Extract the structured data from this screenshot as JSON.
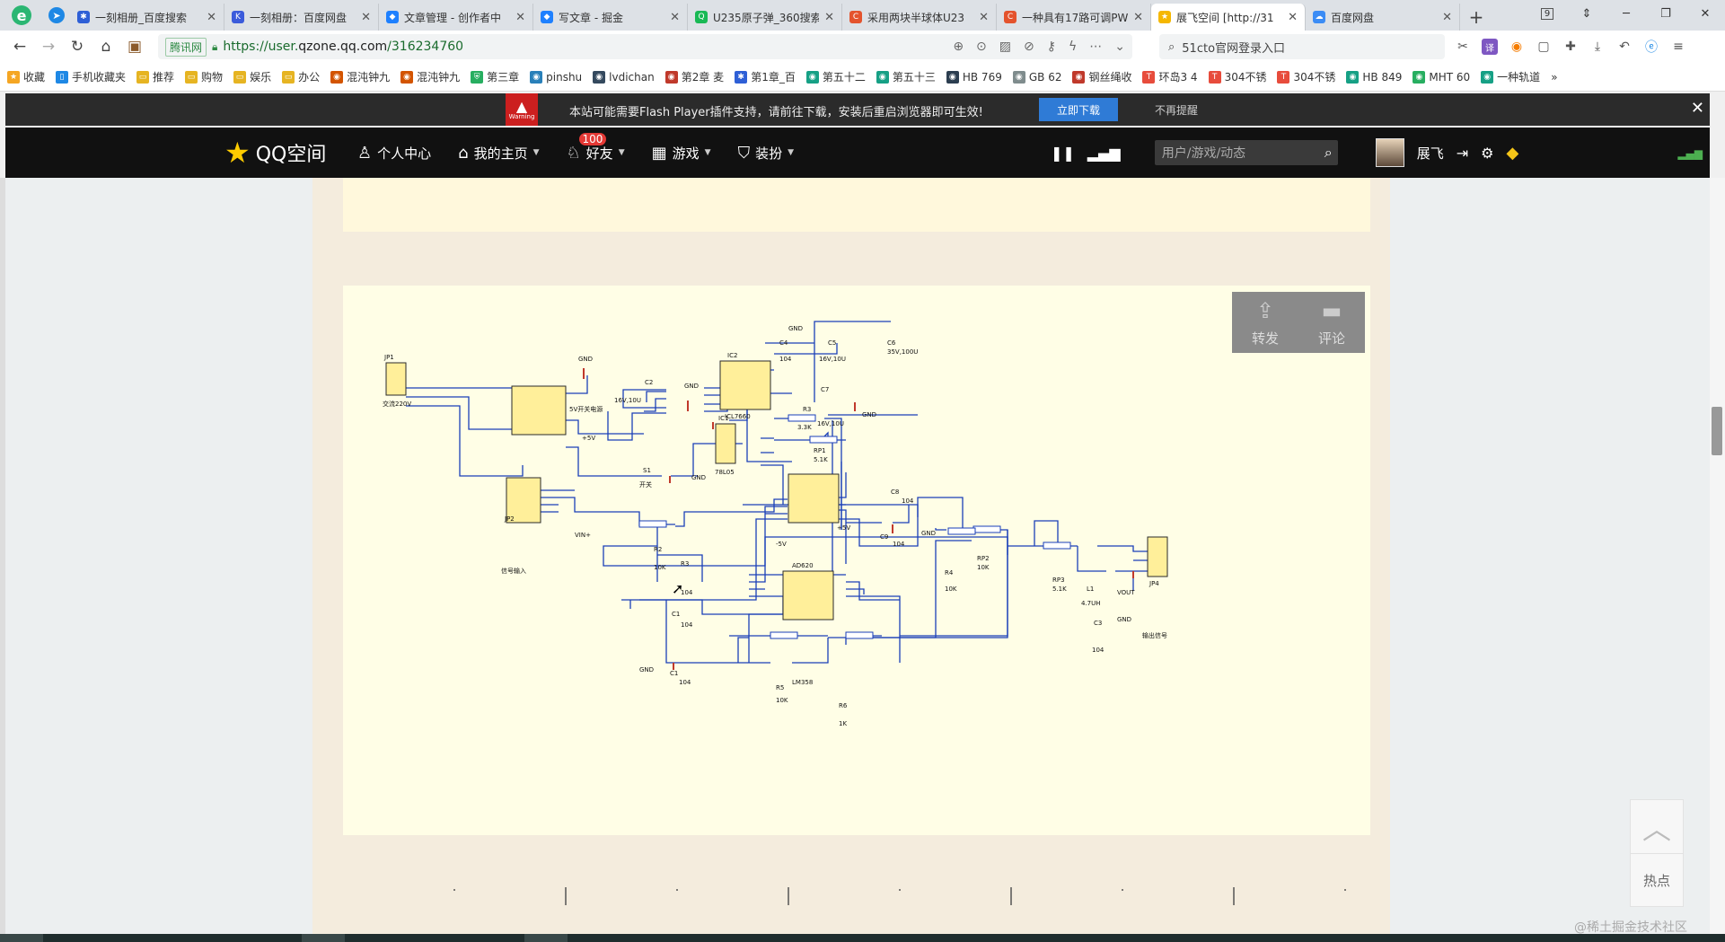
{
  "tabs": [
    {
      "title": "一刻相册_百度搜索",
      "fav": "paw-icon",
      "color": "#2e5fd6",
      "active": false
    },
    {
      "title": "一刻相册：百度网盘",
      "fav": "k-icon",
      "color": "#3b5bdb",
      "active": false
    },
    {
      "title": "文章管理 - 创作者中",
      "fav": "juejin-icon",
      "color": "#1e80ff",
      "active": false
    },
    {
      "title": "写文章 - 掘金",
      "fav": "juejin-icon",
      "color": "#1e80ff",
      "active": false
    },
    {
      "title": "U235原子弹_360搜索",
      "fav": "so-icon",
      "color": "#19b955",
      "active": false
    },
    {
      "title": "采用两块半球体U23",
      "fav": "c-icon",
      "color": "#e4532d",
      "active": false
    },
    {
      "title": "一种具有17路可调PW",
      "fav": "c-icon",
      "color": "#e4532d",
      "active": false
    },
    {
      "title": "展飞空间 [http://31",
      "fav": "star-icon",
      "color": "#f5b700",
      "active": true
    },
    {
      "title": "百度网盘",
      "fav": "cloud-icon",
      "color": "#3b8cf5",
      "active": false
    }
  ],
  "tab_count": "9",
  "address": {
    "site_label": "腾讯网",
    "url_prefix": "https://user.",
    "url_domain": "qzone.qq.com",
    "url_path": "/316234760",
    "search_text": "51cto官网登录入口"
  },
  "bookmarks": [
    {
      "label": "收藏",
      "icon": "star-icon",
      "color": "#f5a623"
    },
    {
      "label": "手机收藏夹",
      "icon": "phone-icon",
      "color": "#1e88e5"
    },
    {
      "label": "推荐",
      "icon": "folder-icon",
      "color": "#e6b422"
    },
    {
      "label": "购物",
      "icon": "folder-icon",
      "color": "#e6b422"
    },
    {
      "label": "娱乐",
      "icon": "folder-icon",
      "color": "#e6b422"
    },
    {
      "label": "办公",
      "icon": "folder-icon",
      "color": "#e6b422"
    },
    {
      "label": "混沌钟九",
      "icon": "site-icon",
      "color": "#d35400"
    },
    {
      "label": "混沌钟九",
      "icon": "site-icon",
      "color": "#d35400"
    },
    {
      "label": "第三章",
      "icon": "shield-icon",
      "color": "#27ae60"
    },
    {
      "label": "pinshu",
      "icon": "site-icon",
      "color": "#2980b9"
    },
    {
      "label": "lvdichan",
      "icon": "site-icon",
      "color": "#34495e"
    },
    {
      "label": "第2章 麦",
      "icon": "site-icon",
      "color": "#c0392b"
    },
    {
      "label": "第1章_百",
      "icon": "paw-icon",
      "color": "#2e5fd6"
    },
    {
      "label": "第五十二",
      "icon": "site-icon",
      "color": "#16a085"
    },
    {
      "label": "第五十三",
      "icon": "site-icon",
      "color": "#16a085"
    },
    {
      "label": "HB 769",
      "icon": "site-icon",
      "color": "#2c3e50"
    },
    {
      "label": "GB 62",
      "icon": "site-icon",
      "color": "#7f8c8d"
    },
    {
      "label": "钢丝绳收",
      "icon": "site-icon",
      "color": "#c0392b"
    },
    {
      "label": "环岛3 4",
      "icon": "t-icon",
      "color": "#e74c3c"
    },
    {
      "label": "304不锈",
      "icon": "t-icon",
      "color": "#e74c3c"
    },
    {
      "label": "304不锈",
      "icon": "t-icon",
      "color": "#e74c3c"
    },
    {
      "label": "HB 849",
      "icon": "site-icon",
      "color": "#16a085"
    },
    {
      "label": "MHT 60",
      "icon": "site-icon",
      "color": "#27ae60"
    },
    {
      "label": "一种轨道",
      "icon": "site-icon",
      "color": "#16a085"
    }
  ],
  "flash": {
    "warning_label": "Warning",
    "message": "本站可能需要Flash Player插件支持，请前往下载，安装后重启浏览器即可生效!",
    "download": "立即下载",
    "dismiss": "不再提醒"
  },
  "qqnav": {
    "logo": "QQ空间",
    "menu": [
      {
        "label": "个人中心",
        "icon": "person-icon",
        "caret": false
      },
      {
        "label": "我的主页",
        "icon": "home-icon",
        "caret": true
      },
      {
        "label": "好友",
        "icon": "friends-icon",
        "caret": true,
        "badge": "100"
      },
      {
        "label": "游戏",
        "icon": "grid-icon",
        "caret": true
      },
      {
        "label": "装扮",
        "icon": "shirt-icon",
        "caret": true
      }
    ],
    "search_placeholder": "用户/游戏/动态",
    "user_name": "展飞"
  },
  "share": {
    "forward": "转发",
    "comment": "评论"
  },
  "back_top": {
    "hot": "热点"
  },
  "watermark": "@稀土掘金技术社区",
  "schematic": {
    "labels": {
      "jp1": "JP1",
      "jp1_caption": "交流220V",
      "gnd": "GND",
      "ac_module": "5V开关电源",
      "p5v": "+5V",
      "vin": "VIN+",
      "vout": "VOUT",
      "ic2": "IC2",
      "icl7660": "ICL7660",
      "ic1": "IC1",
      "ic1_part": "78L05",
      "c2": "C2",
      "c2_val": "16V,10U",
      "c4": "C4",
      "c4_val": "104",
      "c5": "C5",
      "c5_val": "16V,10U",
      "c6": "C6",
      "c6_val": "35V,100U",
      "c7": "C7",
      "c7_val": "16V,10U",
      "s1": "S1",
      "s1_caption": "开关",
      "r3a": "R3",
      "r3a_val": "3.3K",
      "rp1": "RP1",
      "rp1_val": "5.1K",
      "c8": "C8",
      "c8_val": "104",
      "c9": "C9",
      "c9_val": "104",
      "jp2": "JP2",
      "jp2_caption": "信号输入",
      "r2": "R2",
      "r2_val": "10K",
      "ad620": "AD620",
      "ad620_p5": "+5V",
      "ad620_n5": "-5V",
      "rp2": "RP2",
      "rp2_val": "10K",
      "r4": "R4",
      "r4_val": "10K",
      "r3b": "R3",
      "r3b_val": "104",
      "c_mid": "C1",
      "c_mid_val": "104",
      "c1": "C1",
      "c1_val": "104",
      "lm358": "LM358",
      "r5": "R5",
      "r5_val": "10K",
      "r6": "R6",
      "r6_val": "1K",
      "rp3": "RP3",
      "rp3_val": "5.1K",
      "l1": "L1",
      "l1_val": "4.7UH",
      "c3": "C3",
      "c3_val": "104",
      "jp4": "JP4",
      "jp4_caption": "输出信号"
    }
  }
}
